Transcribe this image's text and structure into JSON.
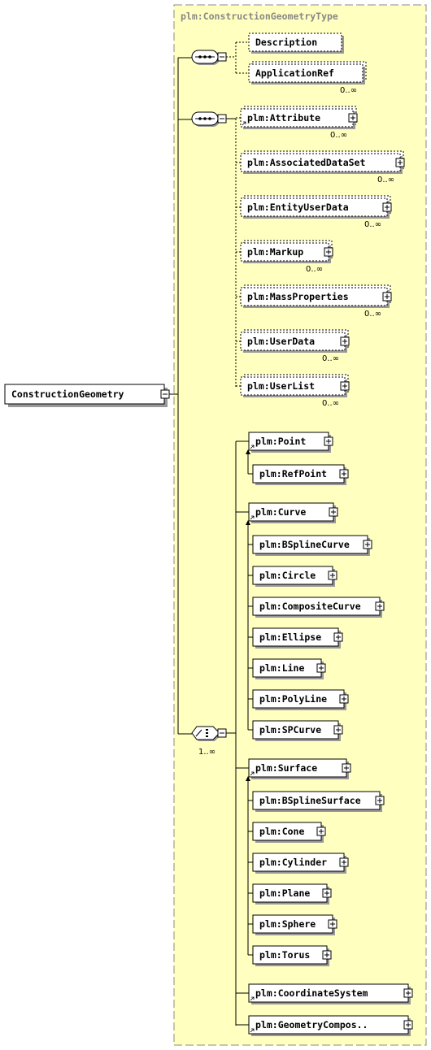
{
  "type_title": "plm:ConstructionGeometryType",
  "root": {
    "label": "ConstructionGeometry"
  },
  "sequence1": [
    {
      "label": "Description",
      "occ": ""
    },
    {
      "label": "ApplicationRef",
      "occ": "0..∞"
    }
  ],
  "sequence2": [
    {
      "label": "plm:Attribute",
      "occ": "0..∞"
    },
    {
      "label": "plm:AssociatedDataSet",
      "occ": "0..∞"
    },
    {
      "label": "plm:EntityUserData",
      "occ": "0..∞"
    },
    {
      "label": "plm:Markup",
      "occ": "0..∞"
    },
    {
      "label": "plm:MassProperties",
      "occ": "0..∞"
    },
    {
      "label": "plm:UserData",
      "occ": "0..∞"
    },
    {
      "label": "plm:UserList",
      "occ": "0..∞"
    }
  ],
  "choice_occ": "1..∞",
  "choice_groups": [
    {
      "head": "plm:Point",
      "members": [
        "plm:RefPoint"
      ]
    },
    {
      "head": "plm:Curve",
      "members": [
        "plm:BSplineCurve",
        "plm:Circle",
        "plm:CompositeCurve",
        "plm:Ellipse",
        "plm:Line",
        "plm:PolyLine",
        "plm:SPCurve"
      ]
    },
    {
      "head": "plm:Surface",
      "members": [
        "plm:BSplineSurface",
        "plm:Cone",
        "plm:Cylinder",
        "plm:Plane",
        "plm:Sphere",
        "plm:Torus"
      ]
    },
    {
      "head": "plm:CoordinateSystem",
      "members": []
    },
    {
      "head": "plm:GeometryCompos..",
      "members": []
    }
  ]
}
